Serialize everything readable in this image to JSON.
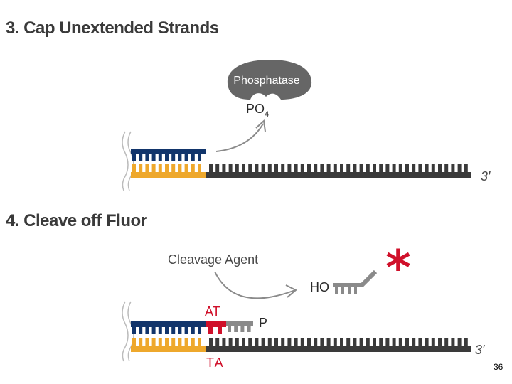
{
  "step3": {
    "title": "3. Cap Unextended Strands",
    "enzyme": "Phosphatase",
    "product_main": "PO",
    "product_sub": "4",
    "end_label": "3′"
  },
  "step4": {
    "title": "4. Cleave off Fluor",
    "agent": "Cleavage Agent",
    "fragment_label": "HO",
    "phosphate_label": "P",
    "top_pair": "AT",
    "bottom_pair": "TA",
    "end_label": "3′",
    "fluor_symbol": "*"
  },
  "colors": {
    "navy": "#12356b",
    "gold": "#eea82c",
    "dark_strand": "#3a3a3a",
    "red": "#d0102a",
    "gray_fragment": "#8a8a8a",
    "blob": "#666666"
  },
  "page_number": "36"
}
